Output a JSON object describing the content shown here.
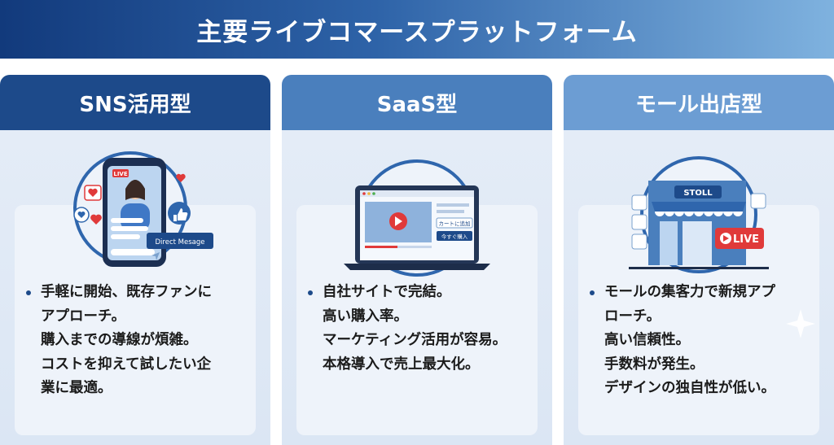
{
  "title": "主要ライブコマースプラットフォーム",
  "cards": [
    {
      "heading": "SNS活用型",
      "lines": [
        "手軽に開始、既存ファンに",
        "アプローチ。",
        "購入までの導線が煩雑。",
        "コストを抑えて試したい企",
        "業に最適。"
      ],
      "illustration": {
        "live_badge": "LIVE",
        "dm_label": "Direct Mesage",
        "icons": [
          "heart-icon",
          "thumbs-up-icon",
          "send-icon"
        ]
      }
    },
    {
      "heading": "SaaS型",
      "lines": [
        "自社サイトで完結。",
        "高い購入率。",
        "マーケティング活用が容易。",
        "本格導入で売上最大化。"
      ],
      "illustration": {
        "cart_button": "カートに追加",
        "buy_button": "今すぐ購入",
        "icons": [
          "play-icon"
        ]
      }
    },
    {
      "heading": "モール出店型",
      "lines": [
        "モールの集客力で新規アプ",
        "ローチ。",
        "高い信頼性。",
        "手数料が発生。",
        "デザインの独自性が低い。"
      ],
      "illustration": {
        "store_sign": "STOLL",
        "live_badge": "LIVE",
        "icons": [
          "store-icon",
          "play-icon",
          "sparkle-icon"
        ]
      }
    }
  ],
  "colors": {
    "navy": "#1d4a8a",
    "mid_blue": "#4a7fbd",
    "light_blue": "#6c9dd3",
    "live_red": "#e03a3a"
  }
}
